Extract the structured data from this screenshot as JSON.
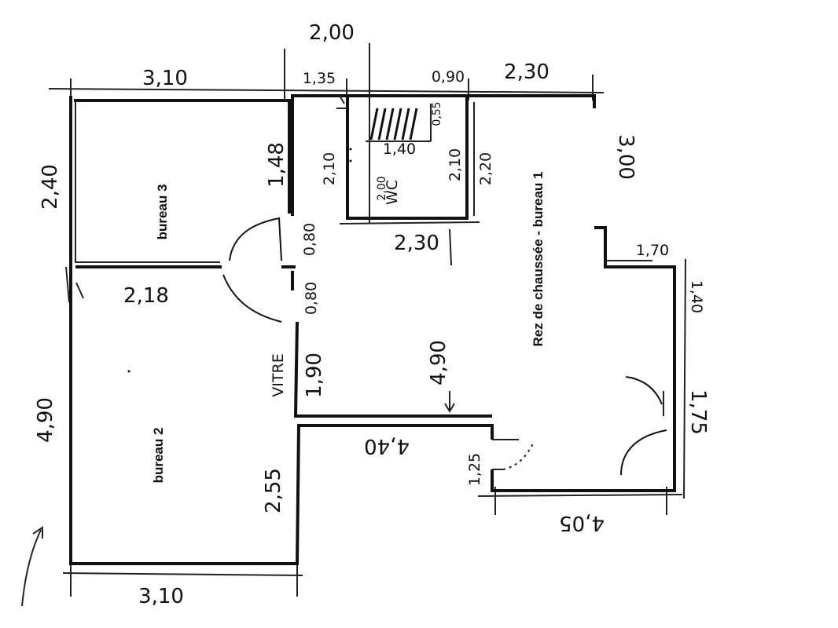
{
  "rooms": {
    "bureau3": "bureau 3",
    "bureau2": "bureau 2",
    "bureau1": "Rez de chaussée - bureau 1",
    "wc": "WC"
  },
  "dimensions": {
    "top_left": "3,10",
    "top_stair": "2,00",
    "top_135": "1,35",
    "top_090": "0,90",
    "top_right": "2,30",
    "left_upper": "2,40",
    "left_lower": "4,90",
    "bottom_left": "3,10",
    "bureau3_right": "1,48",
    "bureau3_bottom": "2,18",
    "door_080a": "0,80",
    "door_080b": "0,80",
    "vitre": "VITRE",
    "wall_190": "1,90",
    "bureau2_right": "2,55",
    "wc_left": "2,10",
    "wc_right": "2,10",
    "wc_top": "1,40",
    "wc_055": "0,55",
    "wc_220": "2,20",
    "wc_200": "2,00",
    "wc_bottom": "2,30",
    "right_300": "3,00",
    "right_170": "1,70",
    "right_140": "1,40",
    "right_175": "1,75",
    "bottom_405": "4,05",
    "step_125": "1,25",
    "step_440": "4,40",
    "center_490": "4,90"
  },
  "colors": {
    "ink": "#111111",
    "paper": "#ffffff"
  }
}
